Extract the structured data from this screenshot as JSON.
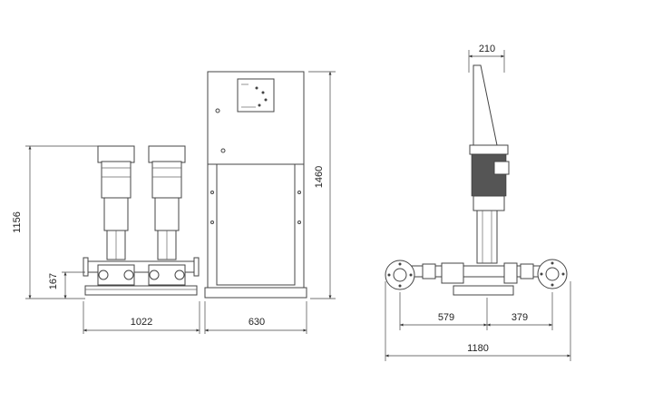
{
  "dimensions": {
    "front_height": "1156",
    "base_height": "167",
    "pump_width": "1022",
    "cabinet_width": "630",
    "cabinet_height": "1460",
    "side_top_width": "210",
    "side_left": "579",
    "side_right": "379",
    "side_total": "1180"
  }
}
